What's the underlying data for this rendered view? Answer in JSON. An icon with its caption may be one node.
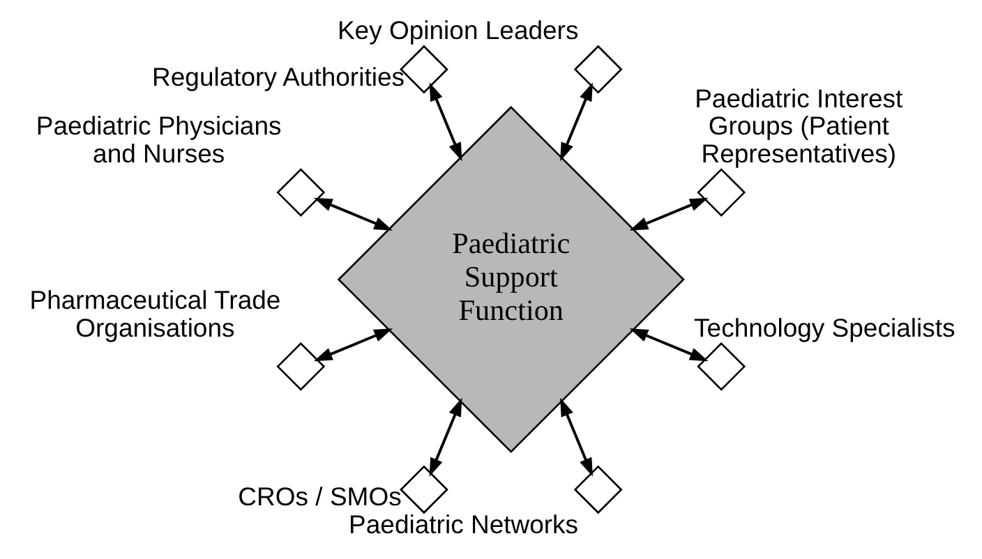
{
  "diagram": {
    "nodes": [
      {
        "text": [
          "Paediatric Support Function"
        ]
      },
      {
        "text": [],
        "shape": "diamond",
        "beside": [
          "Paediatric Interest Groups (Patient Representatives)"
        ]
      },
      {
        "text": [],
        "shape": "diamond",
        "beside": [
          "Key Opinion Leaders"
        ]
      },
      {
        "text": [],
        "shape": "diamond",
        "beside": [
          "Regulatory Authorities"
        ]
      },
      {
        "text": [],
        "shape": "diamond",
        "beside": [
          "Paediatric Physicians and Nurses"
        ]
      },
      {
        "text": [],
        "shape": "diamond",
        "beside": [
          "Pharmaceutical Trade Organisations"
        ]
      },
      {
        "text": [],
        "shape": "diamond",
        "beside": [
          "CROs / SMOs"
        ]
      },
      {
        "text": [],
        "shape": "diamond",
        "beside": [
          "Paediatric Networks"
        ]
      },
      {
        "text": [],
        "shape": "diamond",
        "beside": [
          "Technology Specialists"
        ]
      }
    ],
    "edges": [
      {
        "from": 0,
        "to": 1,
        "arrow": "both"
      },
      {
        "from": 0,
        "to": 2,
        "arrow": "both"
      },
      {
        "from": 0,
        "to": 3,
        "arrow": "both"
      },
      {
        "from": 0,
        "to": 4,
        "arrow": "both"
      },
      {
        "from": 0,
        "to": 5,
        "arrow": "both"
      },
      {
        "from": 0,
        "to": 6,
        "arrow": "both"
      },
      {
        "from": 0,
        "to": 7,
        "arrow": "both"
      },
      {
        "from": 0,
        "to": 8,
        "arrow": "both"
      }
    ]
  }
}
